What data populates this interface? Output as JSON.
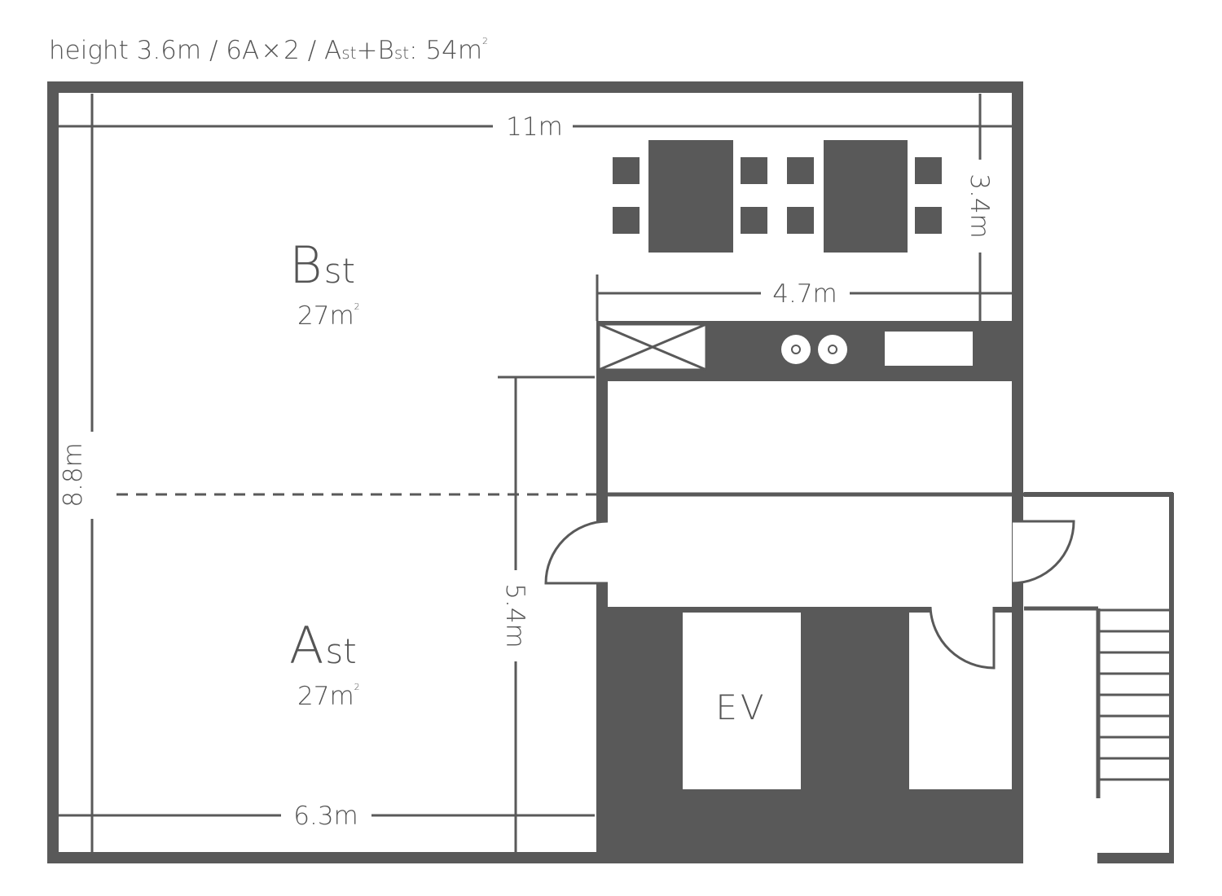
{
  "header": {
    "prefix": "height 3.6m / 6A",
    "times_a": "×",
    "count": "2 / ",
    "ast_letter": "A",
    "ast_sub": "st",
    "plus": "+",
    "bst_letter": "B",
    "bst_sub": "st",
    "area": ": 54m",
    "sup": "2"
  },
  "rooms": {
    "bst": {
      "letter": "B",
      "sub": "st",
      "area": "27m",
      "sup": "2"
    },
    "ast": {
      "letter": "A",
      "sub": "st",
      "area": "27m",
      "sup": "2"
    }
  },
  "dimensions": {
    "width_total": "11m",
    "depth_total": "8.8m",
    "width_ast": "6.3m",
    "depth_ast": "5.4m",
    "kitchen_width": "4.7m",
    "kitchen_depth": "3.4m"
  },
  "elevator_label": "EV",
  "colors": {
    "wall": "#595959",
    "text": "#555555",
    "background": "#ffffff"
  }
}
